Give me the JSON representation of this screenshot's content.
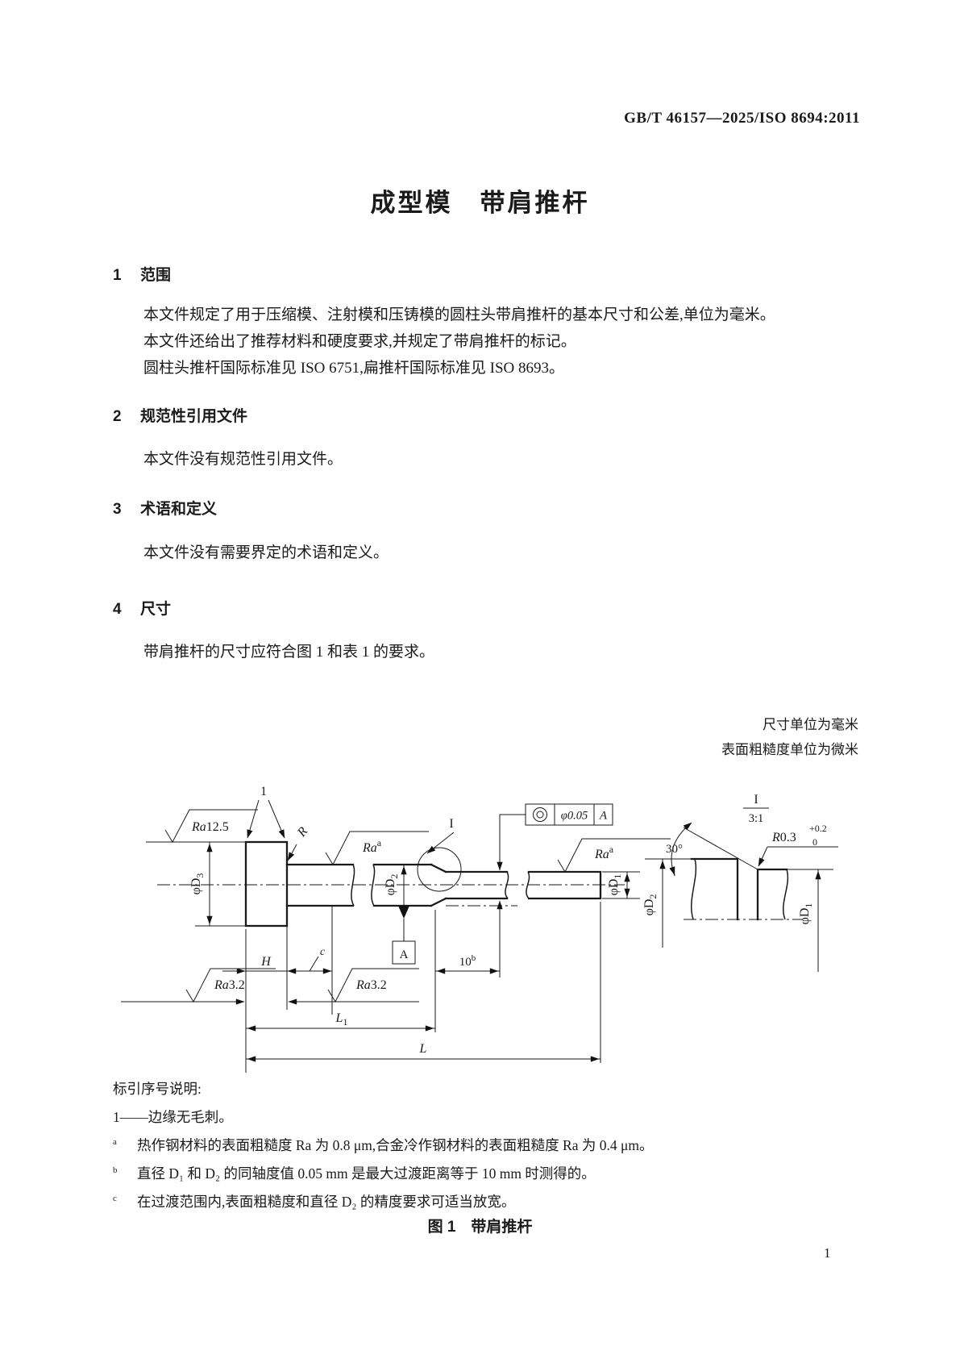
{
  "page": {
    "header": "GB/T 46157—2025/ISO 8694:2011",
    "title": "成型模　带肩推杆",
    "page_number": "1"
  },
  "sections": [
    {
      "number": "1",
      "heading": "范围",
      "paragraphs": [
        "本文件规定了用于压缩模、注射模和压铸模的圆柱头带肩推杆的基本尺寸和公差,单位为毫米。",
        "本文件还给出了推荐材料和硬度要求,并规定了带肩推杆的标记。",
        "圆柱头推杆国际标准见 ISO 6751,扁推杆国际标准见 ISO 8693。"
      ]
    },
    {
      "number": "2",
      "heading": "规范性引用文件",
      "paragraphs": [
        "本文件没有规范性引用文件。"
      ]
    },
    {
      "number": "3",
      "heading": "术语和定义",
      "paragraphs": [
        "本文件没有需要界定的术语和定义。"
      ]
    },
    {
      "number": "4",
      "heading": "尺寸",
      "paragraphs": [
        "带肩推杆的尺寸应符合图 1 和表 1 的要求。"
      ]
    }
  ],
  "figure": {
    "units_note_mm": "尺寸单位为毫米",
    "units_note_um": "表面粗糙度单位为微米",
    "legend_title": "标引序号说明:",
    "legend_item_1": "1——边缘无毛刺。",
    "footnotes": [
      {
        "marker": "a",
        "text": "热作钢材料的表面粗糙度 Ra 为 0.8 μm,合金冷作钢材料的表面粗糙度 Ra 为 0.4 μm。"
      },
      {
        "marker": "b",
        "text": "直径 D₁ 和 D₂ 的同轴度值 0.05 mm 是最大过渡距离等于 10 mm 时测得的。"
      },
      {
        "marker": "c",
        "text": "在过渡范围内,表面粗糙度和直径 D₂ 的精度要求可适当放宽。"
      }
    ],
    "caption": "图 1　带肩推杆",
    "drawing": {
      "callout_1": "1",
      "Ra": "Ra",
      "ra12_value": "12.5",
      "ra32_value": "3.2",
      "sup_a": "a",
      "sup_b": "b",
      "ten": "10",
      "R": "R",
      "I": "I",
      "H": "H",
      "c": "c",
      "L": "L",
      "sub_1": "1",
      "sub_2": "2",
      "sub_3": "3",
      "phi_D": "φD",
      "datum": "A",
      "fcf_tolerance": "φ0.05",
      "fcf_datum": "A",
      "detail_scale": "3:1",
      "angle": "30°",
      "radius_value": "0.3",
      "radius_tol_up": "+0.2",
      "radius_tol_dn": "0"
    }
  }
}
